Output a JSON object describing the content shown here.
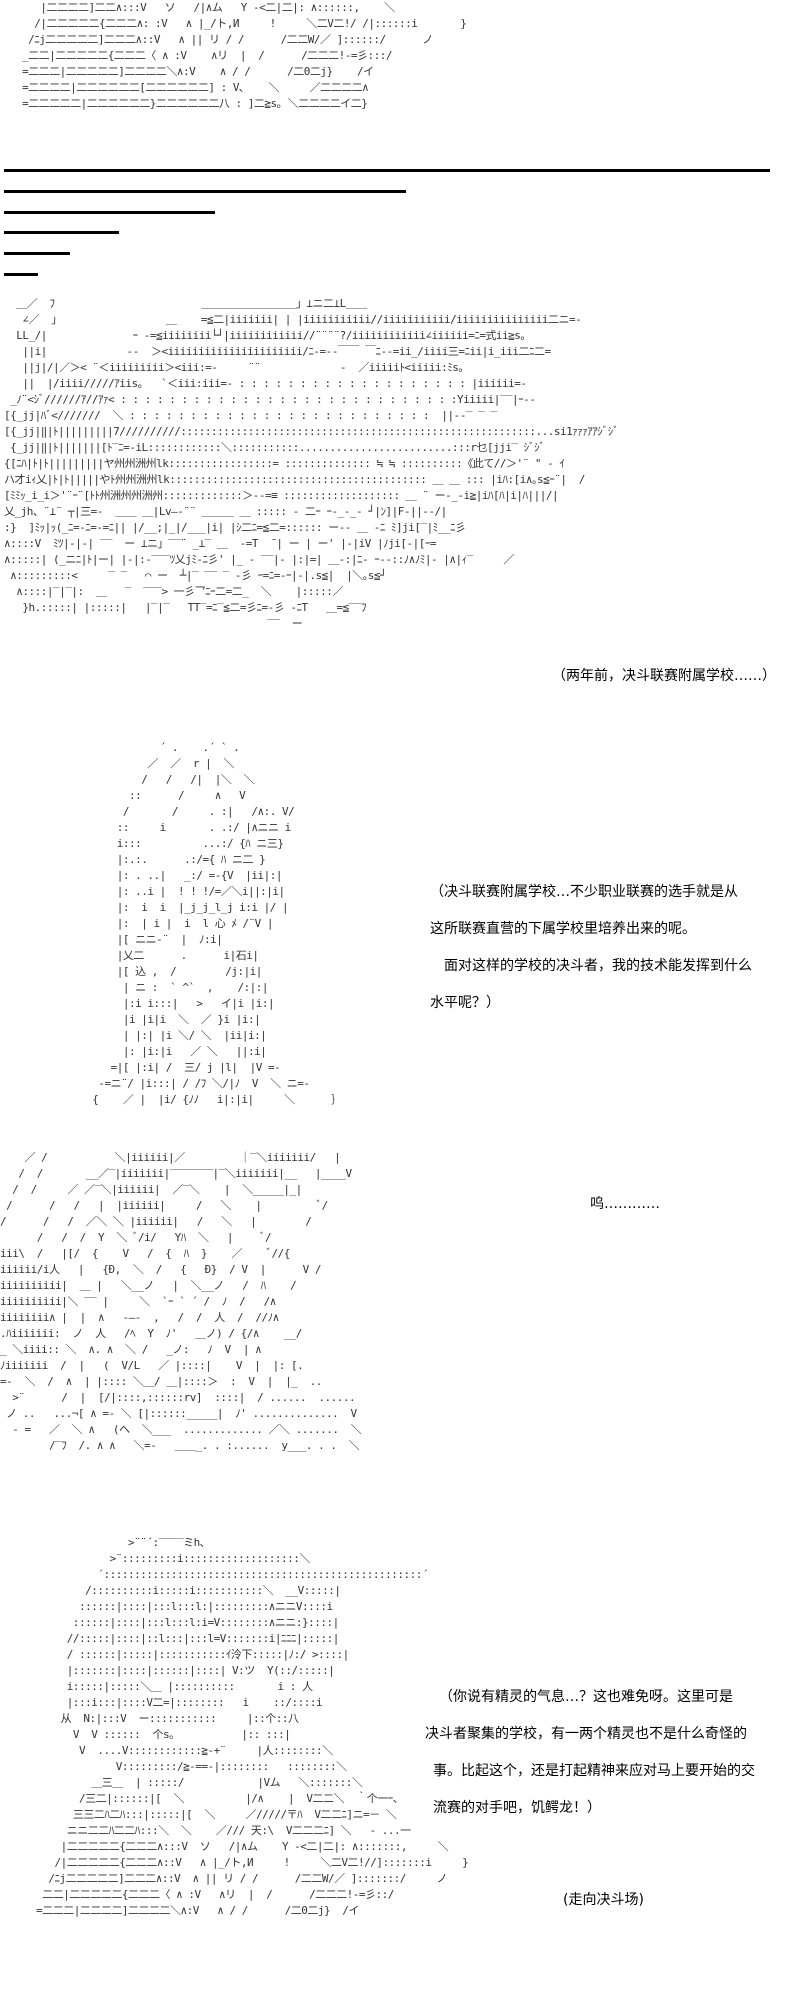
{
  "art": {
    "top_stairs": [
      "   |二二二二]二二∧:::V   ソ   /|∧ム   Y -<二|二|: ∧::::::,    ＼",
      "  /|二二二二二{二二二∧: :V   ∧ |_/ト,И     !     ＼二V二!/ /|::::::i       }",
      " /ﾆj二二二二二]二二二∧::V   ∧ || リ / /      /二二W/／ ]::::::/      ノ",
      "_二二|二二二二二{二二二〈 ∧ :V    ∧リ  |  /      /二二二!-=彡:::/",
      "=二二二|二二二二二]二二二二＼∧:V    ∧ / /      /二0二j}    /イ",
      "=二二二二|二二二二二二[二二二二二二] : V､    ＼     ／二二二二∧",
      "=二二二二二|二二二二二二}二二二二二二八 : ]二≧s｡ ＼二二二二イ二}"
    ],
    "ship_scene": [
      "  ＿／  ﾌ                        ＿＿＿＿＿＿＿＿＿」⊥ニ二⊥L＿＿",
      "   ∠／  」                 ＿    =≦二|iiiiiii| | |iiiiiiiiiii//iiiiiiiiiii/iiiiiiiiiiiiiii二ニ=-",
      "  LL_/|              ｰ -=≦iiiiiiii└┘|iiiiiiiiiiii//¨¨¨¨?/iiiiiiiiiiii∠iiiiii=ﾆ=式ii≧s｡",
      "   ||i|             --  ＞<iiiiiiiiiiiiiiiiiiiiii/ﾆ-=--￣￣ ￣ﾆ--=ii_/iiii三=ﾆii|i_iii二ﾆ二=",
      "   ||j|/|／＞< ¨＜iiiiiiiii＞<iii:=-     ¨¨             -  ／iiiiiﾄ<iiiii:ﾐs｡",
      "   ||  |/iiii/////ｱiis｡   `＜iii:iii=- : : : : : : : : : : : : : : : : : : : |iiiiii=-",
      " _ﾉ¨<ｼﾞ//////ｱ//ｱｧ< : : : : : : : : : : : : : : : : : : : : : : : : : : : :Yiiiii|‾‾|ｰ--",
      "[{_jj|ﾊﾞ<///////  ＼ : : : : : : : : : : : : : : : : : : : : : : : : :  ||--‾ ‾ ‾",
      "[{_jj|‖|ﾄ|||||||||7//////////::::::::::::::::::::::::::::::::::::::::::::::::::::::::::...si1ｧｧｧｱｱｼﾞｼﾞ",
      " {_jj|‖|ﾄ|||||||[ﾄ‾ﾆ=-iL::::::::::::＼:::::::::::.........................:::r乜[jji‾ ｼﾞｼﾞ",
      "{[ﾆﾊ|ﾄ|ﾄ|||||||||ヤ州州洲州lk:::::::::::::::::= :::::::::::::: ≒ ≒ ::::::::::《此て//＞'¨ \" - ｲ",
      "ハ才iｨ乂|ﾄ|ﾄ|||||やﾄ州州洲州lk:::::::::::::::::::::::::::::::::::::::::: ＿ ＿ ::: |iﾊ:[i∧｡s≦ｰ¨|  /",
      "[ﾐﾐｯ_i_i＞'¨ｰ¨[ﾄﾄ州洲州州洲州:::::::::::::＞--=≡ ::::::::::::::::::: ＿ ¨ ー-_-i≧|iﾊ[ﾊ|i|ﾊ|||/|",
      "乂_jh、¨⊥¨ ┬|三=-  ＿＿ ＿|Lv―‐¨¨ ＿＿＿ ＿ ::::: ‐ 二ｰ ｰ-_-_- ┘|ﾝ]|F‐||‐‐/|",
      ":}  ]ﾐｯ|ｯ(_ﾆ=-ﾆ=-=ﾆ|| |/__;|_|/___|i| |ｼ二ﾆ=≦二=:::::: ー-- ＿ -ﾆ ﾐ]ji[‾|ﾐ__ﾆ彡",
      "∧::::V  ﾐﾂ|‐|‐| ‾‾  ー ⊥ニ」‾‾¨ _⊥‾ ＿  -=T  ̄ | ー | ー' |‐|iV |ﾉji[‐|[ｰ=",
      "∧:::::| (_ニﾆ|ﾄ|ー| |‐|:-‾‾‾ﾂ乂jﾐ‐ﾆ彡' |_ ‐ ‾‾|‐ |:|=| ＿-:|ﾆ‐ ｰ--::ﾉ∧ﾉﾐ|‐ |∧|ｨ‾     ／",
      " ∧:::::::::<     ‾ ‾   ⌒ ー  ┴|‾ ‾‾ ‾ -彡 ｰ=ﾆ=-ｰ|‐|.s≦|  |＼｡s≦┘",
      "  ∧::::|‾|‾|:  ＿   ‾  ‾‾‾> 一彡乛ﾆｰ二=二_  ＼    |:::::／",
      "   }h.:::::| |:::::|   |‾|‾   TT‾=ﾆ‾≦二=彡ﾆ=-彡 ‐ﾆT   ＿=≦‾‾ﾌ",
      "                                           ‾‾  ー"
    ],
    "girl_figure": [
      "             ´ .    .´ ` .",
      "           ／  ／  r |  ＼",
      "          /   /   /|  |＼  ＼",
      "        ::      /     ∧   V",
      "       /       /     . :|   /∧:. V/",
      "      ::     i       . .:/ |∧ニニ i",
      "      i:::          ...:/ {ﾊ ニ三}",
      "      |:.:.      .:/={ ﾊ ニ二 }",
      "      |: . ..|   _:/ =-{V  |ii|:|",
      "      |: ..i |  ! ! !/=／＼i||:|i|",
      "      |:  i  i  |_j_j_l_j i:i |/ |",
      "      |:  | i |  i  l 心 ﾒ /¨V |",
      "      |[ ニニ-¨  |  ﾉ:i|",
      "      |乂二      .      i|石i|",
      "      |[ 込 ,  /        /j:|i|",
      "       | ニ :  ` ^`  ,    /:|:|",
      "       |:i i:::|   >   イ|i |i:|",
      "       |i |i|i  ＼  ／ }i |i:|",
      "       | |:| |i ＼/ ＼  |ii|i:|",
      "       |: |i:|i   ／ ＼   ||:i|",
      "     =|[ |:i| /  三/ j |l|  |V =-",
      "   -=ニ¨/ |i:::| / /ﾌ ＼/|ﾉ  V  ＼ ニ=-",
      "  {    ／ |  |i/ {ﾉﾉ   i|:|i|     ＼      ｝"
    ],
    "face_closeup": [
      "    ／ /           ＼|iiiiii|／         ｜‾＼iiiiiii/   |",
      "   /  /       __／‾|iiiiiii|‾‾‾‾‾‾‾|‾＼iiiiiii|__   |____V",
      "  /  /     ／ ／‾＼|iiiiii|  ／‾＼    |  ＼_____|_|",
      " /      /   /   |  |iiiiii|     /   ＼    |         ﾞ/",
      "/      /   /  ／＼ ＼ |iiiiii|   /   ＼   |        /",
      "      /   /  /  Y  ＼ ﾞ/i/   Yﾊ  ＼   |     ﾞ/",
      "iii\\  /   |[/  {    V   /  {  ﾊ  }    ／    ﾞ//{",
      "iiiiii/i人   |   {Ɖ,  ＼  /   {   Ɖ}  / V  |      V /",
      "iiiiiiiiii|  ＿ |   ＼__ノ   |  ＼__ノ   /  ﾊ    /",
      "iiiiiiiiii|＼ ‾‾ |     ＼  `ｰ ` ´ /  ﾉ  /   /∧",
      "iiiiiiii∧ |  |  ∧   ‐―-  ,   /  /  人  /  //ﾉ∧",
      ".ﾊiiiiiii:  ノ  人   /ﾍ  Y  ﾉ'   ＿ノ) / {/∧    __/",
      "_ ＼iiii:: ＼  ∧. ∧  ＼ /   _ノ:   ﾉ  V  | ∧",
      "ﾉiiiiiii  /  |   (  V/L   ／ |::::|    V  |  |: [.",
      "=-  ＼  /  ∧  | |:::: ＼＿/ ＿|::::＞  :  V  |  |_  ..",
      "  >¨      /  |  [/|::::,::::::rv]  ::::|  / ......  ......",
      " ノ ..   ...¬[ ∧ =- ＼ [|::::::_____|  ﾉ' ..............  V",
      "  - =   ／  ＼ ∧   (ヘ  ＼___  ............. ／＼ .......  ＼",
      "        /‾ﾌ  /. ∧ ∧   ＼=-   ＿＿_. . :......  y___. . .  ＼"
    ],
    "last_figure": [
      "                >¨¨´:‾‾‾‾ミh、",
      "             >¨:::::::::i:::::::::::::::::::＼",
      "           ´::::::::::::::::::::::::::::::::::::::::::::::::::::´",
      "         /::::::::::i:::::i:::::::::::＼  __V:::::|",
      "        ::::::|::::|:::l:::l:|:::::::::∧ニニV::::i",
      "       ::::::|::::|:::l:::l:i=V::::::::∧ニニ:}::::|",
      "      //:::::|::::|::l:::|:::l=V:::::::i|ﾆﾆﾆ|:::::|",
      "      / ::::::|:::::|:::::::::::ｲ泠下:::::|ﾉ:/ >::::|",
      "      |:::::::|::::|::::::|::::| V:ツ  Y(::/:::::|",
      "      i:::::|:::::＼＿ |::::::::::       i : 人",
      "      |:::i:::|::::V二=|::::::::   i    ::/::::i",
      "     从  N:|:::V  ー:::::::::::     |::个::八",
      "       V  V ::::::  个s｡           |:: :::|",
      "        V  ....V::::::::::::≧-+¨     |人::::::::＼",
      "              V:::::::::/≧-==-|::::::::   ::::::::＼",
      "          ＿三＿  | :::::/            |Vム   ＼:::::::＼",
      "        /三二|::::::|[  ＼          |/∧    |  V二二＼  ｀个一ｰ、",
      "       三三二ﾊ二ﾊ:::|:::::|[  ＼     ／/////〒ﾊ  V二二ﾆ]ニ=－ ＼",
      "      ニニ二二ﾊ二二ﾊ:::＼  ＼    ／/// 天:\\  V二二二ﾆ] ＼   ‐ ...一",
      "     |二二二二二{二二二∧:::V  ソ   /|∧ム    Y -<二|二|: ∧:::::::,     ＼",
      "    /|二二二二二{二二二∧::V   ∧ |_/ト,И     !     ＼二V二!//]:::::::i     }",
      "   /ﾆj二二二二二]二二二∧::V  ∧ || リ / /      /二二W/／ ]:::::::/     ノ",
      "  二二|二二二二二{二二二〈 ∧ :V   ∧リ  |  /      /二二二!-=彡::/",
      " =二二二|二二二二]二二二二＼∧:V   ∧ / /      /二0二j}  /イ"
    ]
  },
  "captions": {
    "scene1": "（两年前，决斗联赛附属学校……）",
    "sob": "呜…………",
    "walk": "(走向决斗场)"
  },
  "monologue1": [
    "（决斗联赛附属学校…不少职业联赛的选手就是从",
    "这所联赛直营的下属学校里培养出来的呢。",
    "　面对这样的学校的决斗者，我的技术能发挥到什么",
    "水平呢？）"
  ],
  "monologue2": [
    "（你说有精灵的气息…？这也难免呀。这里可是",
    "决斗者聚集的学校，有一两个精灵也不是什么奇怪的",
    "事。比起这个，还是打起精神来应对马上要开始的交",
    "流赛的对手吧，饥鳄龙！）"
  ]
}
